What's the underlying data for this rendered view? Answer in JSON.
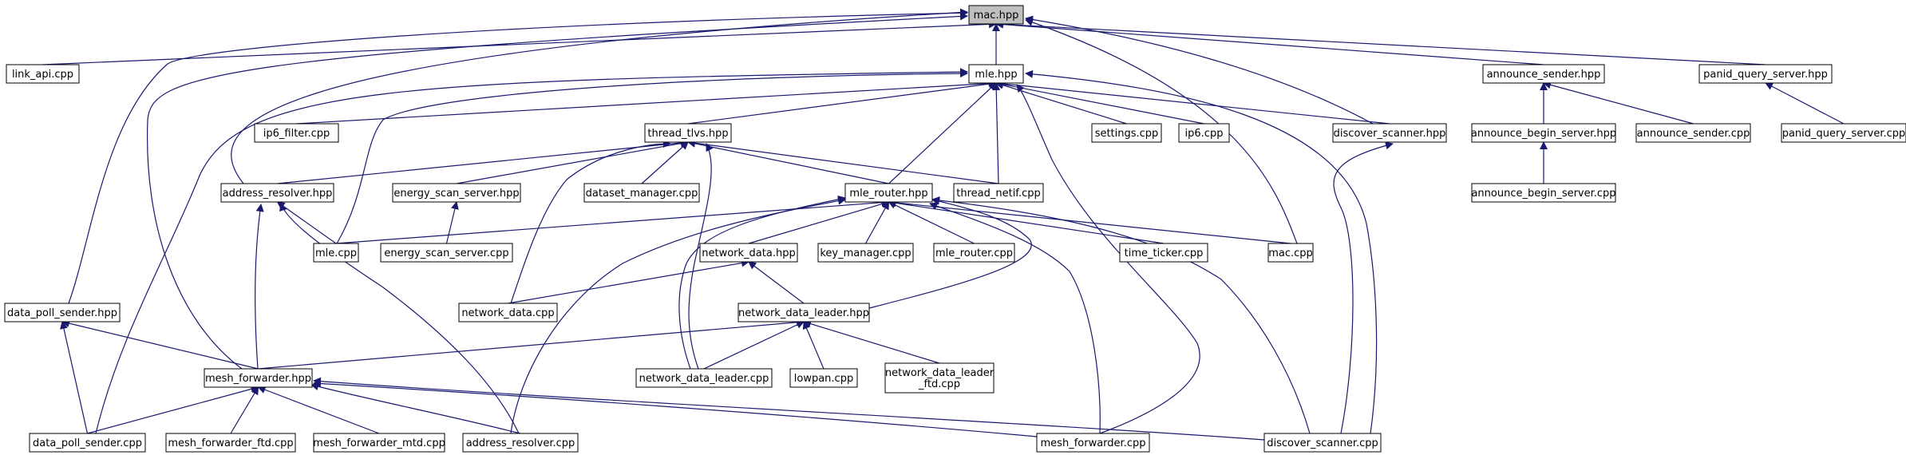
{
  "colors": {
    "edge": "#191970",
    "node_fill": "#ffffff",
    "node_border": "#000000",
    "root_fill": "#bfbfbf"
  },
  "nodes": [
    {
      "id": "mac_hpp",
      "label": "mac.hpp",
      "root": true
    },
    {
      "id": "link_api_cpp",
      "label": "link_api.cpp"
    },
    {
      "id": "mle_hpp",
      "label": "mle.hpp"
    },
    {
      "id": "announce_sender_hpp",
      "label": "announce_sender.hpp"
    },
    {
      "id": "panid_query_server_hpp",
      "label": "panid_query_server.hpp"
    },
    {
      "id": "ip6_filter_cpp",
      "label": "ip6_filter.cpp"
    },
    {
      "id": "thread_tlvs_hpp",
      "label": "thread_tlvs.hpp"
    },
    {
      "id": "settings_cpp",
      "label": "settings.cpp"
    },
    {
      "id": "ip6_cpp",
      "label": "ip6.cpp"
    },
    {
      "id": "discover_scanner_hpp",
      "label": "discover_scanner.hpp"
    },
    {
      "id": "announce_begin_server_hpp",
      "label": "announce_begin_server.hpp"
    },
    {
      "id": "announce_sender_cpp",
      "label": "announce_sender.cpp"
    },
    {
      "id": "panid_query_server_cpp",
      "label": "panid_query_server.cpp"
    },
    {
      "id": "address_resolver_hpp",
      "label": "address_resolver.hpp"
    },
    {
      "id": "energy_scan_server_hpp",
      "label": "energy_scan_server.hpp"
    },
    {
      "id": "dataset_manager_cpp",
      "label": "dataset_manager.cpp"
    },
    {
      "id": "mle_router_hpp",
      "label": "mle_router.hpp"
    },
    {
      "id": "thread_netif_cpp",
      "label": "thread_netif.cpp"
    },
    {
      "id": "announce_begin_server_cpp",
      "label": "announce_begin_server.cpp"
    },
    {
      "id": "mle_cpp",
      "label": "mle.cpp"
    },
    {
      "id": "energy_scan_server_cpp",
      "label": "energy_scan_server.cpp"
    },
    {
      "id": "network_data_hpp",
      "label": "network_data.hpp"
    },
    {
      "id": "key_manager_cpp",
      "label": "key_manager.cpp"
    },
    {
      "id": "mle_router_cpp",
      "label": "mle_router.cpp"
    },
    {
      "id": "time_ticker_cpp",
      "label": "time_ticker.cpp"
    },
    {
      "id": "mac_cpp",
      "label": "mac.cpp"
    },
    {
      "id": "data_poll_sender_hpp",
      "label": "data_poll_sender.hpp"
    },
    {
      "id": "network_data_cpp",
      "label": "network_data.cpp"
    },
    {
      "id": "network_data_leader_hpp",
      "label": "network_data_leader.hpp"
    },
    {
      "id": "mesh_forwarder_hpp",
      "label": "mesh_forwarder.hpp"
    },
    {
      "id": "network_data_leader_cpp",
      "label": "network_data_leader.cpp"
    },
    {
      "id": "lowpan_cpp",
      "label": "lowpan.cpp"
    },
    {
      "id": "network_data_leader_ftd_cpp",
      "label": "network_data_leader\n_ftd.cpp"
    },
    {
      "id": "data_poll_sender_cpp",
      "label": "data_poll_sender.cpp"
    },
    {
      "id": "mesh_forwarder_ftd_cpp",
      "label": "mesh_forwarder_ftd.cpp"
    },
    {
      "id": "mesh_forwarder_mtd_cpp",
      "label": "mesh_forwarder_mtd.cpp"
    },
    {
      "id": "address_resolver_cpp",
      "label": "address_resolver.cpp"
    },
    {
      "id": "mesh_forwarder_cpp",
      "label": "mesh_forwarder.cpp"
    },
    {
      "id": "discover_scanner_cpp",
      "label": "discover_scanner.cpp"
    }
  ],
  "edges": [
    [
      "link_api_cpp",
      "mac_hpp"
    ],
    [
      "mle_hpp",
      "mac_hpp"
    ],
    [
      "announce_sender_hpp",
      "mac_hpp"
    ],
    [
      "panid_query_server_hpp",
      "mac_hpp"
    ],
    [
      "discover_scanner_hpp",
      "mac_hpp"
    ],
    [
      "address_resolver_hpp",
      "mac_hpp"
    ],
    [
      "data_poll_sender_hpp",
      "mac_hpp"
    ],
    [
      "mesh_forwarder_hpp",
      "mac_hpp"
    ],
    [
      "mac_cpp",
      "mac_hpp"
    ],
    [
      "ip6_filter_cpp",
      "mle_hpp"
    ],
    [
      "thread_tlvs_hpp",
      "mle_hpp"
    ],
    [
      "settings_cpp",
      "mle_hpp"
    ],
    [
      "ip6_cpp",
      "mle_hpp"
    ],
    [
      "discover_scanner_hpp",
      "mle_hpp"
    ],
    [
      "mle_router_hpp",
      "mle_hpp"
    ],
    [
      "thread_netif_cpp",
      "mle_hpp"
    ],
    [
      "mle_cpp",
      "mle_hpp"
    ],
    [
      "data_poll_sender_cpp",
      "mle_hpp"
    ],
    [
      "mesh_forwarder_cpp",
      "mle_hpp"
    ],
    [
      "discover_scanner_cpp",
      "mle_hpp"
    ],
    [
      "announce_begin_server_hpp",
      "announce_sender_hpp"
    ],
    [
      "announce_sender_cpp",
      "announce_sender_hpp"
    ],
    [
      "panid_query_server_cpp",
      "panid_query_server_hpp"
    ],
    [
      "announce_begin_server_cpp",
      "announce_begin_server_hpp"
    ],
    [
      "discover_scanner_cpp",
      "discover_scanner_hpp"
    ],
    [
      "address_resolver_hpp",
      "thread_tlvs_hpp"
    ],
    [
      "energy_scan_server_hpp",
      "thread_tlvs_hpp"
    ],
    [
      "dataset_manager_cpp",
      "thread_tlvs_hpp"
    ],
    [
      "mle_router_hpp",
      "thread_tlvs_hpp"
    ],
    [
      "thread_netif_cpp",
      "thread_tlvs_hpp"
    ],
    [
      "network_data_cpp",
      "thread_tlvs_hpp"
    ],
    [
      "network_data_leader_cpp",
      "thread_tlvs_hpp"
    ],
    [
      "mle_cpp",
      "address_resolver_hpp"
    ],
    [
      "mesh_forwarder_hpp",
      "address_resolver_hpp"
    ],
    [
      "address_resolver_cpp",
      "address_resolver_hpp"
    ],
    [
      "energy_scan_server_cpp",
      "energy_scan_server_hpp"
    ],
    [
      "mle_cpp",
      "mle_router_hpp"
    ],
    [
      "network_data_hpp",
      "mle_router_hpp"
    ],
    [
      "key_manager_cpp",
      "mle_router_hpp"
    ],
    [
      "mle_router_cpp",
      "mle_router_hpp"
    ],
    [
      "time_ticker_cpp",
      "mle_router_hpp"
    ],
    [
      "mac_cpp",
      "mle_router_hpp"
    ],
    [
      "network_data_leader_hpp",
      "mle_router_hpp"
    ],
    [
      "network_data_leader_cpp",
      "mle_router_hpp"
    ],
    [
      "address_resolver_cpp",
      "mle_router_hpp"
    ],
    [
      "mesh_forwarder_cpp",
      "mle_router_hpp"
    ],
    [
      "discover_scanner_cpp",
      "mle_router_hpp"
    ],
    [
      "network_data_leader_hpp",
      "network_data_hpp"
    ],
    [
      "network_data_cpp",
      "network_data_hpp"
    ],
    [
      "mesh_forwarder_hpp",
      "network_data_leader_hpp"
    ],
    [
      "network_data_leader_cpp",
      "network_data_leader_hpp"
    ],
    [
      "lowpan_cpp",
      "network_data_leader_hpp"
    ],
    [
      "network_data_leader_ftd_cpp",
      "network_data_leader_hpp"
    ],
    [
      "mesh_forwarder_hpp",
      "data_poll_sender_hpp"
    ],
    [
      "data_poll_sender_cpp",
      "data_poll_sender_hpp"
    ],
    [
      "data_poll_sender_cpp",
      "mesh_forwarder_hpp"
    ],
    [
      "mesh_forwarder_ftd_cpp",
      "mesh_forwarder_hpp"
    ],
    [
      "mesh_forwarder_mtd_cpp",
      "mesh_forwarder_hpp"
    ],
    [
      "address_resolver_cpp",
      "mesh_forwarder_hpp"
    ],
    [
      "mesh_forwarder_cpp",
      "mesh_forwarder_hpp"
    ],
    [
      "discover_scanner_cpp",
      "mesh_forwarder_hpp"
    ]
  ]
}
